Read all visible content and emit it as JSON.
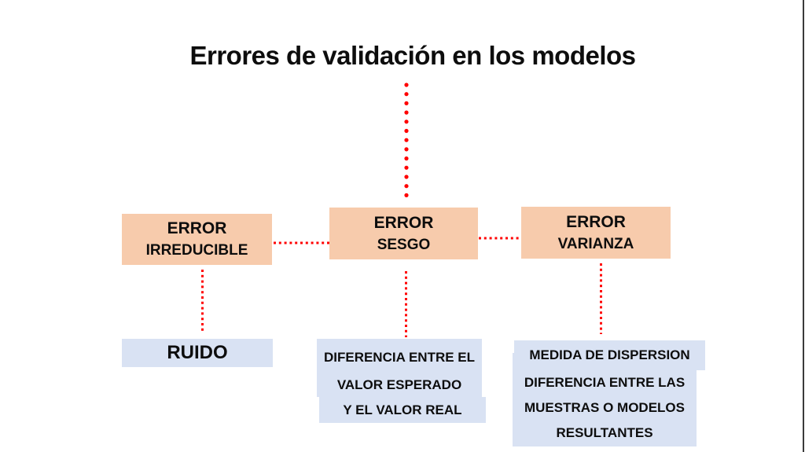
{
  "title": "Errores de validación en los modelos",
  "colors": {
    "box_orange": "#F7CBAC",
    "box_blue": "#D9E2F3",
    "dot_red": "#FF0000",
    "text": "#0D0D0D",
    "edge_line": "#3A3A3A"
  },
  "top_boxes": [
    {
      "id": "error-irreducible",
      "line1": "ERROR",
      "line2": "IRREDUCIBLE"
    },
    {
      "id": "error-sesgo",
      "line1": "ERROR",
      "line2": "SESGO"
    },
    {
      "id": "error-varianza",
      "line1": "ERROR",
      "line2": "VARIANZA"
    }
  ],
  "bottom_boxes": {
    "ruido": {
      "label": "RUIDO"
    },
    "sesgo_desc": {
      "line1": "DIFERENCIA ENTRE EL",
      "line2": "VALOR ESPERADO",
      "line3": "Y EL VALOR REAL"
    },
    "varianza_desc": {
      "line1": "MEDIDA DE DISPERSION",
      "line2": "DIFERENCIA ENTRE LAS",
      "line3": "MUESTRAS O MODELOS",
      "line4": "RESULTANTES"
    }
  }
}
